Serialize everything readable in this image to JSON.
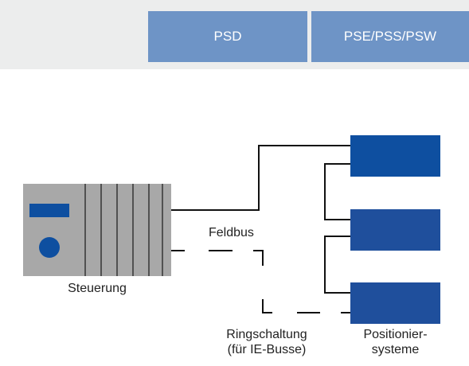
{
  "tabs": [
    {
      "label": "PSD"
    },
    {
      "label": "PSE/PSS/PSW"
    }
  ],
  "labels": {
    "controller": "Steuerung",
    "fieldbus": "Feldbus",
    "ring_line1": "Ringschaltung",
    "ring_line2": "(für IE-Busse)",
    "positioning_line1": "Positionier-",
    "positioning_line2": "systeme"
  },
  "colors": {
    "tab_bg": "#6e94c6",
    "band_bg": "#eceded",
    "controller_body": "#a8a8a8",
    "controller_dark": "#0e4fa0",
    "device_blue": "#0e4fa0",
    "device_blue_light": "#1f4f9c"
  }
}
